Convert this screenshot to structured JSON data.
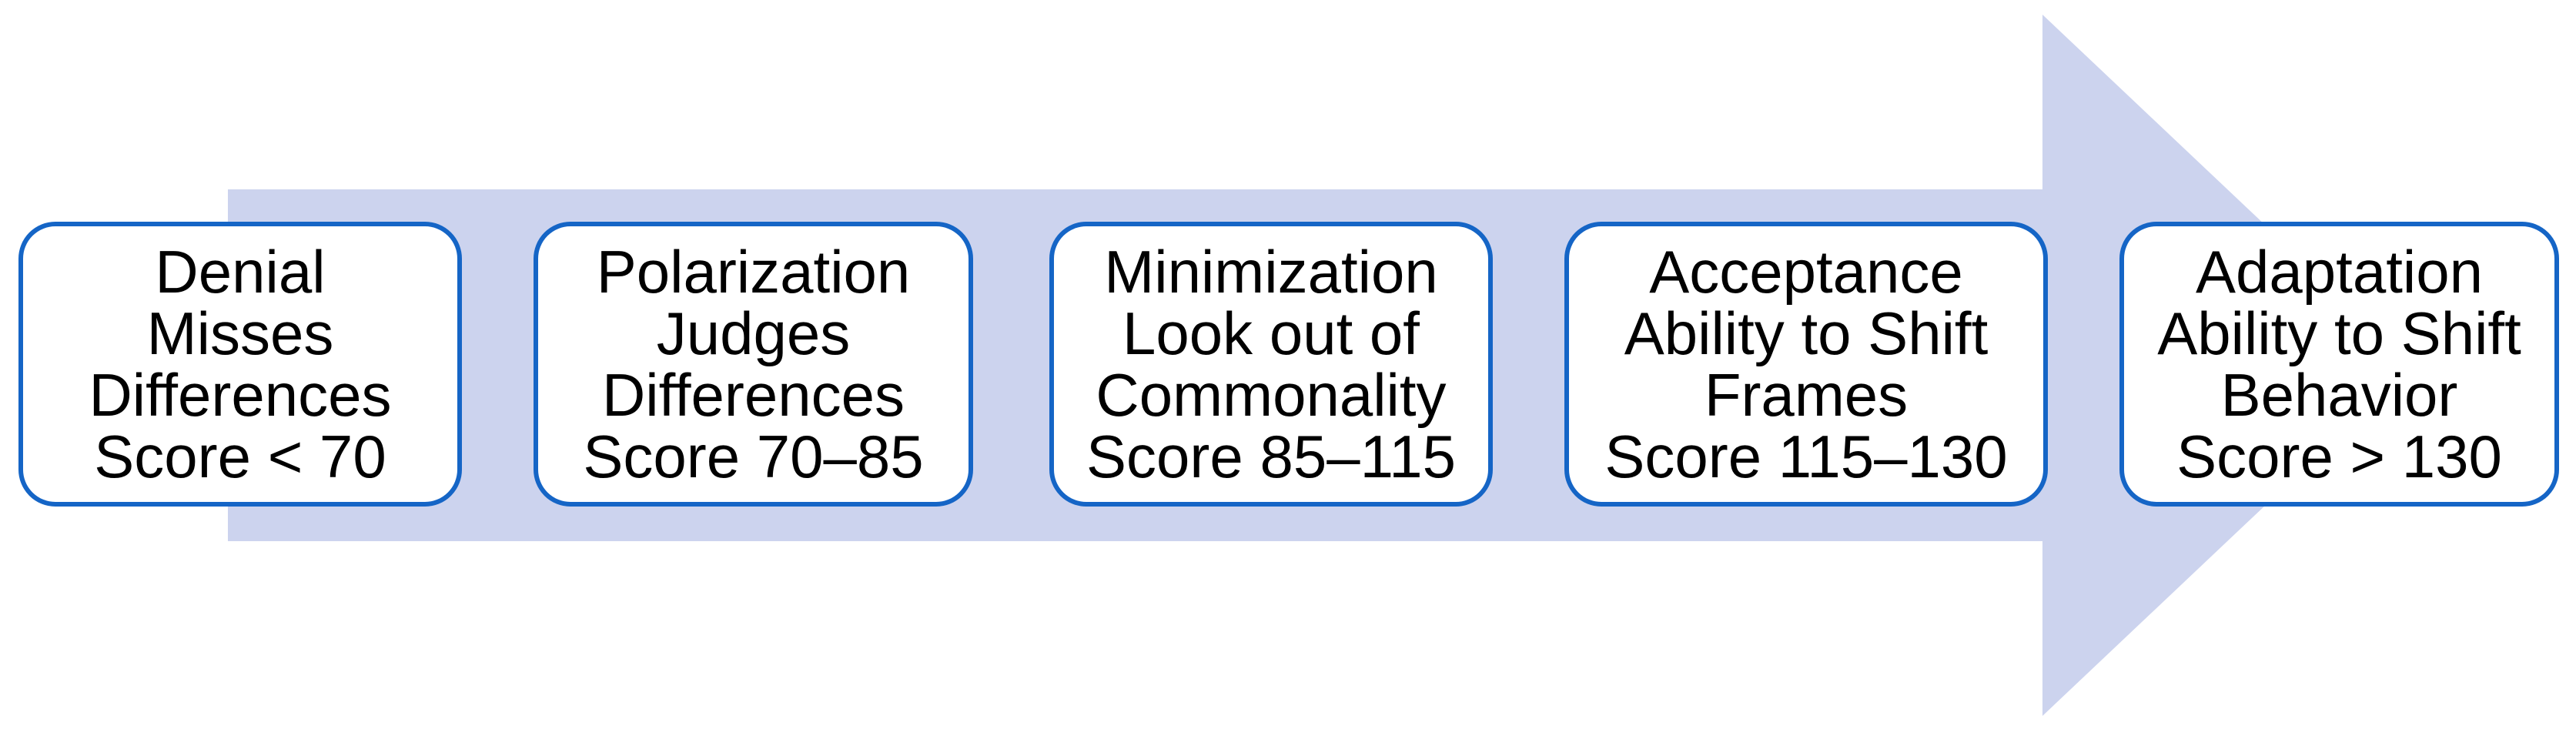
{
  "diagram": {
    "type": "process-arrow",
    "arrow_direction": "right",
    "colors": {
      "arrow_fill": "#ccd3ee",
      "box_border": "#1565c6",
      "box_fill": "#ffffff",
      "text": "#000000"
    },
    "stages": [
      {
        "lines": [
          "Denial",
          "Misses",
          "Differences",
          "Score < 70"
        ]
      },
      {
        "lines": [
          "Polarization",
          "Judges",
          "Differences",
          "Score 70–85"
        ]
      },
      {
        "lines": [
          "Minimization",
          "Look out of",
          "Commonality",
          "Score 85–115"
        ]
      },
      {
        "lines": [
          "Acceptance",
          "Ability to Shift",
          "Frames",
          "Score 115–130"
        ]
      },
      {
        "lines": [
          "Adaptation",
          "Ability to Shift",
          "Behavior",
          "Score > 130"
        ]
      }
    ]
  }
}
